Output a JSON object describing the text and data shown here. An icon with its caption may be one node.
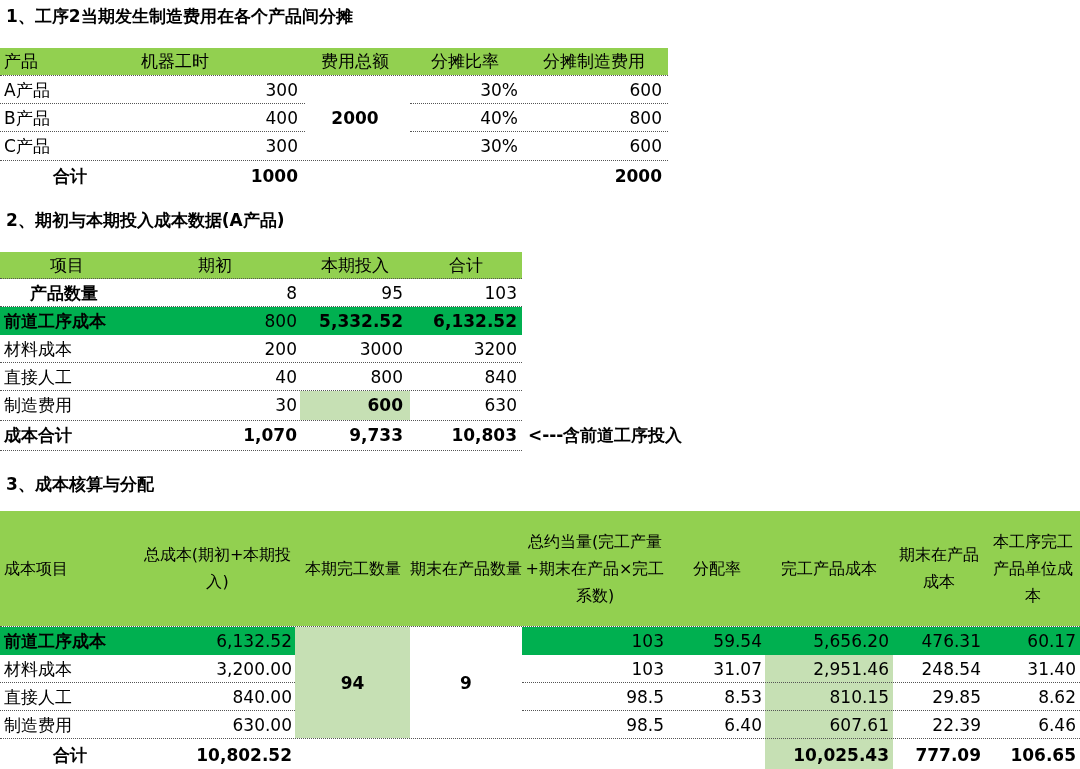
{
  "diagram": {
    "labels": [
      "1、工序2当期发生制造费用在各个产品间分摊",
      "产品",
      "机器工时",
      "费用总额",
      "分摊比率",
      "分摊制造费用",
      "A产品",
      "300",
      "30%",
      "600",
      "B产品",
      "400",
      "2000",
      "40%",
      "800",
      "C产品",
      "300",
      "30%",
      "600",
      "合计",
      "1000",
      "2000",
      "2、期初与本期投入成本数据(A产品)",
      "项目",
      "期初",
      "本期投入",
      "合计",
      "产品数量",
      "8",
      "95",
      "103",
      "前道工序成本",
      "800",
      "5,332.52",
      "6,132.52",
      "材料成本",
      "200",
      "3000",
      "3200",
      "直接人工",
      "40",
      "800",
      "840",
      "制造费用",
      "30",
      "600",
      "630",
      "成本合计",
      "1,070",
      "9,733",
      "10,803",
      "<---含前道工序投入",
      "3、成本核算与分配",
      "成本项目",
      "总成本(期初+本期投入)",
      "本期完工数量",
      "期末在产品数量",
      "总约当量(完工产量+期末在产品×完工系数)",
      "分配率",
      "完工产品成本",
      "期末在产品成本",
      "本工序完工产品单位成本",
      "前道工序成本",
      "6,132.52",
      "94",
      "9",
      "103",
      "59.54",
      "5,656.20",
      "476.31",
      "60.17",
      "材料成本",
      "3,200.00",
      "103",
      "31.07",
      "2,951.46",
      "248.54",
      "31.40",
      "直接人工",
      "840.00",
      "98.5",
      "8.53",
      "810.15",
      "29.85",
      "8.62",
      "制造费用",
      "630.00",
      "98.5",
      "6.40",
      "607.61",
      "22.39",
      "6.46",
      "合计",
      "10,802.52",
      "10,025.43",
      "777.09",
      "106.65"
    ]
  }
}
